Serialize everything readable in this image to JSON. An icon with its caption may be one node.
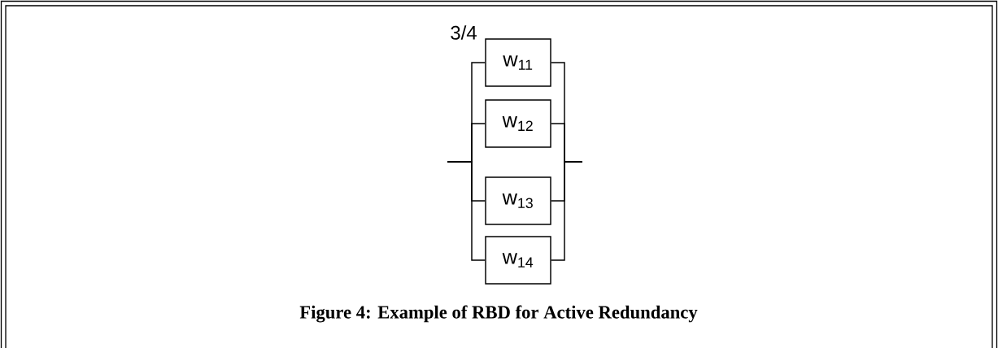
{
  "diagram": {
    "caption": "Figure 4: Example of RBD for Active Redundancy",
    "nodes": [
      {
        "text": [
          "w$_{11}$"
        ]
      },
      {
        "text": [
          "w$_{12}$"
        ]
      },
      {
        "text": [
          "w$_{13}$"
        ]
      },
      {
        "text": [
          "w$_{14}$"
        ]
      }
    ],
    "edges": [
      {
        "from": null,
        "to": 0,
        "arrow": "none"
      },
      {
        "from": null,
        "to": 1,
        "arrow": "none"
      },
      {
        "from": null,
        "to": 2,
        "arrow": "none"
      },
      {
        "from": null,
        "to": 3,
        "arrow": "none"
      },
      {
        "from": 0,
        "to": null,
        "arrow": "none"
      },
      {
        "from": 1,
        "to": null,
        "arrow": "none"
      },
      {
        "from": 2,
        "to": null,
        "arrow": "none"
      },
      {
        "from": 3,
        "to": null,
        "arrow": "none"
      }
    ],
    "labels": [
      "3/4"
    ]
  }
}
